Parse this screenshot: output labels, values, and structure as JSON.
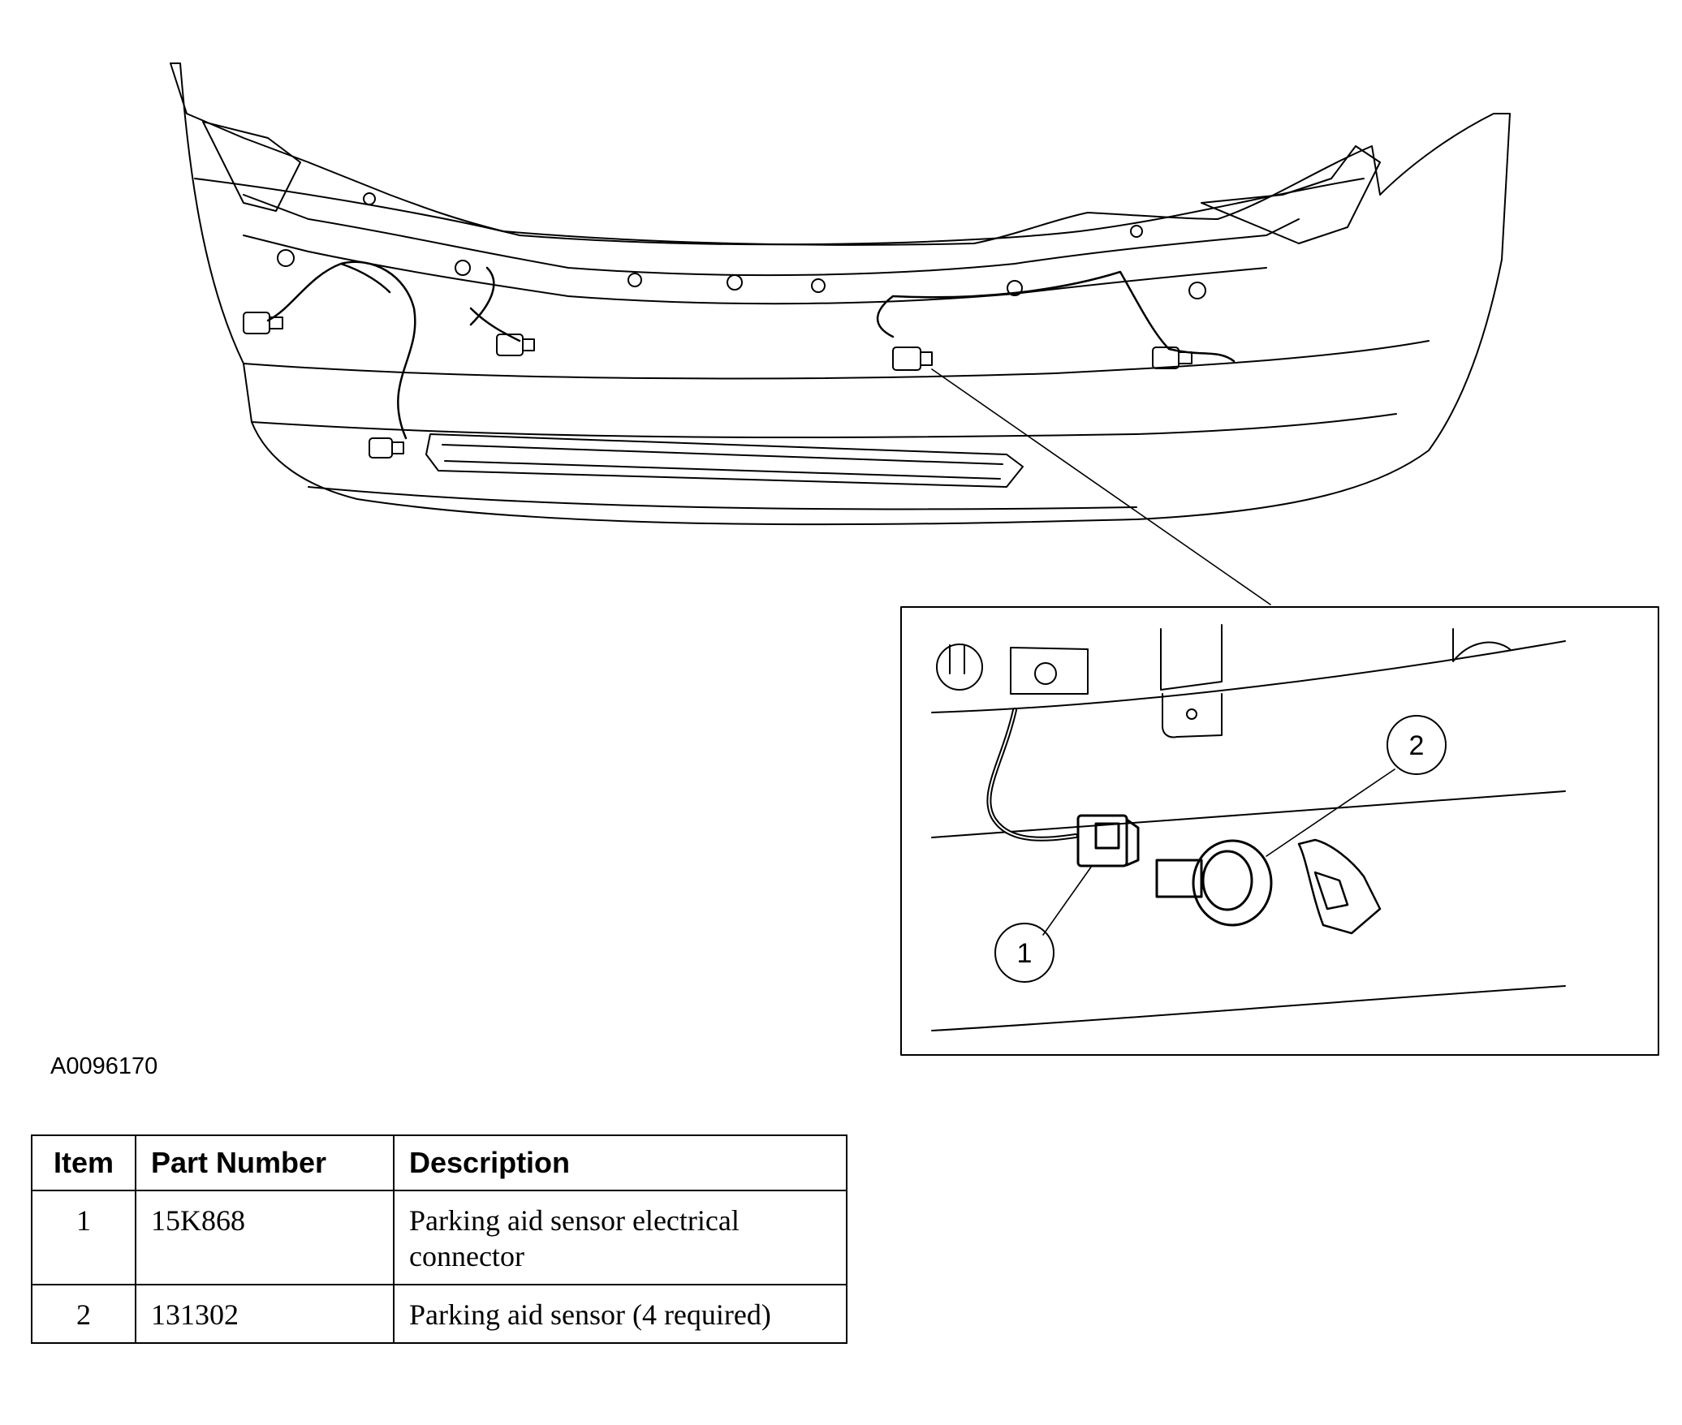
{
  "figure_id": "A0096170",
  "callouts": [
    "1",
    "2"
  ],
  "table": {
    "headers": [
      "Item",
      "Part Number",
      "Description"
    ],
    "rows": [
      {
        "item": "1",
        "part_number": "15K868",
        "description": "Parking aid sensor electrical connector"
      },
      {
        "item": "2",
        "part_number": "131302",
        "description": "Parking aid sensor (4 required)"
      }
    ]
  }
}
